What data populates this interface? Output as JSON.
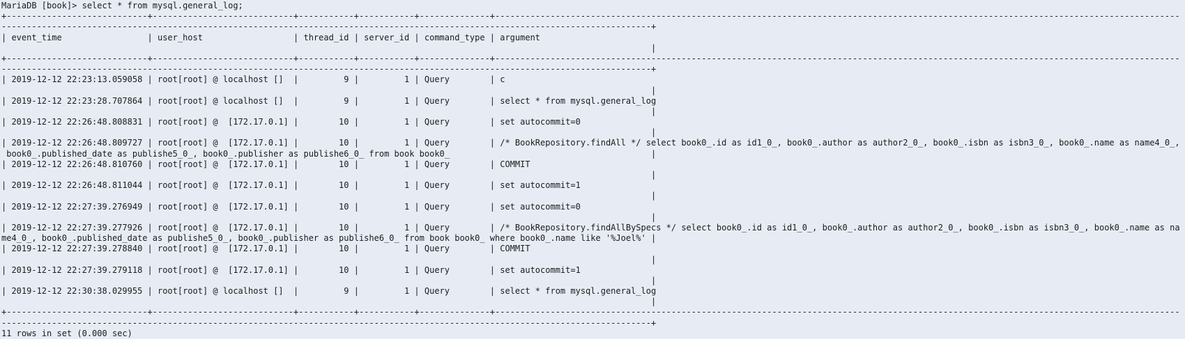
{
  "colors": {
    "background": "#e7ecf4",
    "text": "#1b1b1d"
  },
  "terminal": {
    "prompt_line": "MariaDB [book]> select * from mysql.general_log;",
    "prompt": "MariaDB [book]>",
    "command": "select * from mysql.general_log;",
    "status_line": "11 rows in set (0.000 sec)",
    "result_table": {
      "headers": [
        "event_time",
        "user_host",
        "thread_id",
        "server_id",
        "command_type",
        "argument"
      ],
      "rows": [
        [
          "2019-12-12 22:23:13.059058",
          "root[root] @ localhost []",
          "9",
          "1",
          "Query",
          "c"
        ],
        [
          "2019-12-12 22:23:28.707864",
          "root[root] @ localhost []",
          "9",
          "1",
          "Query",
          "select * from mysql.general_log"
        ],
        [
          "2019-12-12 22:26:48.808831",
          "root[root] @  [172.17.0.1]",
          "10",
          "1",
          "Query",
          "set autocommit=0"
        ],
        [
          "2019-12-12 22:26:48.809727",
          "root[root] @  [172.17.0.1]",
          "10",
          "1",
          "Query",
          "/* BookRepository.findAll */ select book0_.id as id1_0_, book0_.author as author2_0_, book0_.isbn as isbn3_0_, book0_.name as name4_0_, book0_.published_date as publishe5_0_, book0_.publisher as publishe6_0_ from book book0_"
        ],
        [
          "2019-12-12 22:26:48.810760",
          "root[root] @  [172.17.0.1]",
          "10",
          "1",
          "Query",
          "COMMIT"
        ],
        [
          "2019-12-12 22:26:48.811044",
          "root[root] @  [172.17.0.1]",
          "10",
          "1",
          "Query",
          "set autocommit=1"
        ],
        [
          "2019-12-12 22:27:39.276949",
          "root[root] @  [172.17.0.1]",
          "10",
          "1",
          "Query",
          "set autocommit=0"
        ],
        [
          "2019-12-12 22:27:39.277926",
          "root[root] @  [172.17.0.1]",
          "10",
          "1",
          "Query",
          "/* BookRepository.findAllBySpecs */ select book0_.id as id1_0_, book0_.author as author2_0_, book0_.isbn as isbn3_0_, book0_.name as name4_0_, book0_.published_date as publishe5_0_, book0_.publisher as publishe6_0_ from book book0_ where book0_.name like '%Joel%'"
        ],
        [
          "2019-12-12 22:27:39.278840",
          "root[root] @  [172.17.0.1]",
          "10",
          "1",
          "Query",
          "COMMIT"
        ],
        [
          "2019-12-12 22:27:39.279118",
          "root[root] @  [172.17.0.1]",
          "10",
          "1",
          "Query",
          "set autocommit=1"
        ],
        [
          "2019-12-12 22:30:38.029955",
          "root[root] @ localhost []",
          "9",
          "1",
          "Query",
          "select * from mysql.general_log"
        ]
      ]
    }
  }
}
